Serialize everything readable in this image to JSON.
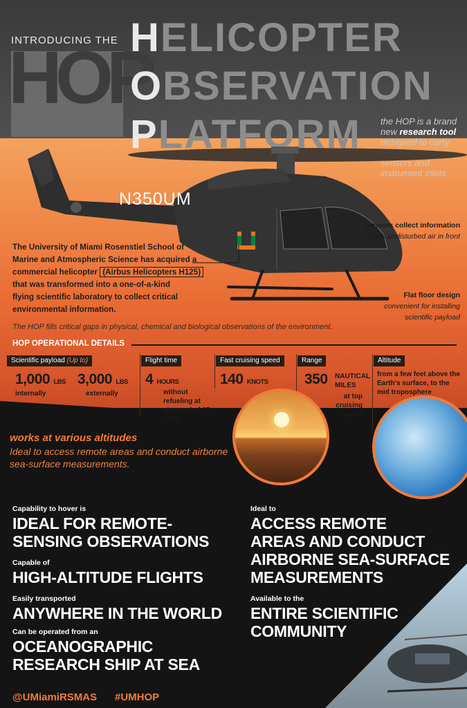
{
  "header": {
    "intro": "INTRODUCING THE",
    "hop": "HOP",
    "title": [
      {
        "cap": "H",
        "rest": "ELICOPTER"
      },
      {
        "cap": "O",
        "rest": "BSERVATION"
      },
      {
        "cap": "P",
        "rest": "LATFORM"
      }
    ],
    "tagline_pre": "the HOP is a brand new",
    "tagline_bold": "research tool",
    "tagline_post": "designed to carry environmental sensors and instrument inlets"
  },
  "helicopter": {
    "registration": "N350UM",
    "desc_lines": [
      "The University of Miami Rosenstiel School of",
      "Marine and Atmospheric Science has acquired a",
      "commercial helicopter",
      "that was transformed into a one-of-a-kind",
      "flying scientific laboratory to collect critical",
      "environmental information."
    ],
    "model_note": "(Airbus Helicopters H125)",
    "note": "The HOP fills critical gaps in physical, chemical and biological observations of the environment.",
    "callout_sensors_bold": "Sensors collect information",
    "callout_sensors_rest": "from undisturbed air in front",
    "callout_floor_bold": "Flat floor design",
    "callout_floor_rest": "convenient for installing scientific payload"
  },
  "ops": {
    "title": "HOP OPERATIONAL DETAILS",
    "payload_label": "Scientific payload",
    "payload_label_note": "(Up to)",
    "payload_internal_value": "1,000",
    "payload_internal_unit": "LBS",
    "payload_internal_sub": "internally",
    "payload_external_value": "3,000",
    "payload_external_unit": "LBS",
    "payload_external_sub": "externally",
    "flight_label": "Flight time",
    "flight_value": "4",
    "flight_unit": "HOURS",
    "flight_sub": "without refueling at airspeed of 65 knots",
    "speed_label": "Fast cruising speed",
    "speed_value": "140",
    "speed_unit": "KNOTS",
    "range_label": "Range",
    "range_value": "350",
    "range_unit": "NAUTICAL MILES",
    "range_sub": "at top cruising speed",
    "alt_label": "Altitude",
    "alt_pre": "from",
    "alt_bold1": "a few feet",
    "alt_mid": "above the Earth's surface, to the",
    "alt_bold2": "mid troposphere"
  },
  "altitudes": {
    "headline": "works at various altitudes",
    "sub": "Ideal to access remote areas and conduct airborne sea-surface measurements."
  },
  "capabilities": [
    {
      "small": "Capability to hover is",
      "big": [
        "IDEAL FOR REMOTE-",
        "SENSING OBSERVATIONS"
      ]
    },
    {
      "small": "Capable of",
      "big": [
        "HIGH-ALTITUDE FLIGHTS"
      ]
    },
    {
      "small": "Easily transported",
      "big": [
        "ANYWHERE IN THE WORLD"
      ]
    },
    {
      "small": "Can be operated from an",
      "big": [
        "OCEANOGRAPHIC",
        "RESEARCH SHIP AT SEA"
      ]
    },
    {
      "small": "Ideal to",
      "big": [
        "ACCESS REMOTE",
        "AREAS AND CONDUCT",
        "AIRBORNE SEA-SURFACE",
        "MEASUREMENTS"
      ]
    },
    {
      "small": "Available to the",
      "big": [
        "ENTIRE SCIENTIFIC",
        "COMMUNITY"
      ]
    }
  ],
  "footer": {
    "handle": "@UMiamiRSMAS",
    "hashtag": "#UMHOP"
  },
  "colors": {
    "accent": "#f47b36",
    "dark": "#141414",
    "um_green": "#00843d",
    "um_orange": "#f47321"
  }
}
